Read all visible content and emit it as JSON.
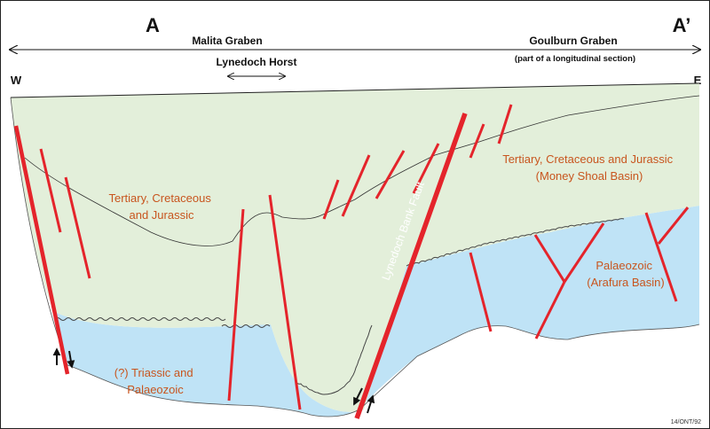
{
  "section": {
    "left_end": "A",
    "right_end": "A’",
    "west": "W",
    "east": "E"
  },
  "spans": {
    "malita_graben": "Malita Graben",
    "goulburn_graben": "Goulburn Graben",
    "goulburn_note": "(part of a longitudinal section)",
    "lynedoch_horst": "Lynedoch Horst"
  },
  "units": {
    "left_upper": [
      "Tertiary, Cretaceous",
      "and Jurassic"
    ],
    "right_upper": [
      "Tertiary, Cretaceous and Jurassic",
      "(Money Shoal Basin)"
    ],
    "left_lower": [
      "(?) Triassic and",
      "Palaeozoic"
    ],
    "right_lower": [
      "Palaeozoic",
      "(Arafura Basin)"
    ]
  },
  "fault_label": "Lynedoch Bank Fault",
  "figure_ref": "14/ONT/92",
  "colors": {
    "upper_fill": "#e3efda",
    "lower_fill": "#bfe3f6",
    "fault": "#e4242b",
    "label": "#c8551e"
  }
}
